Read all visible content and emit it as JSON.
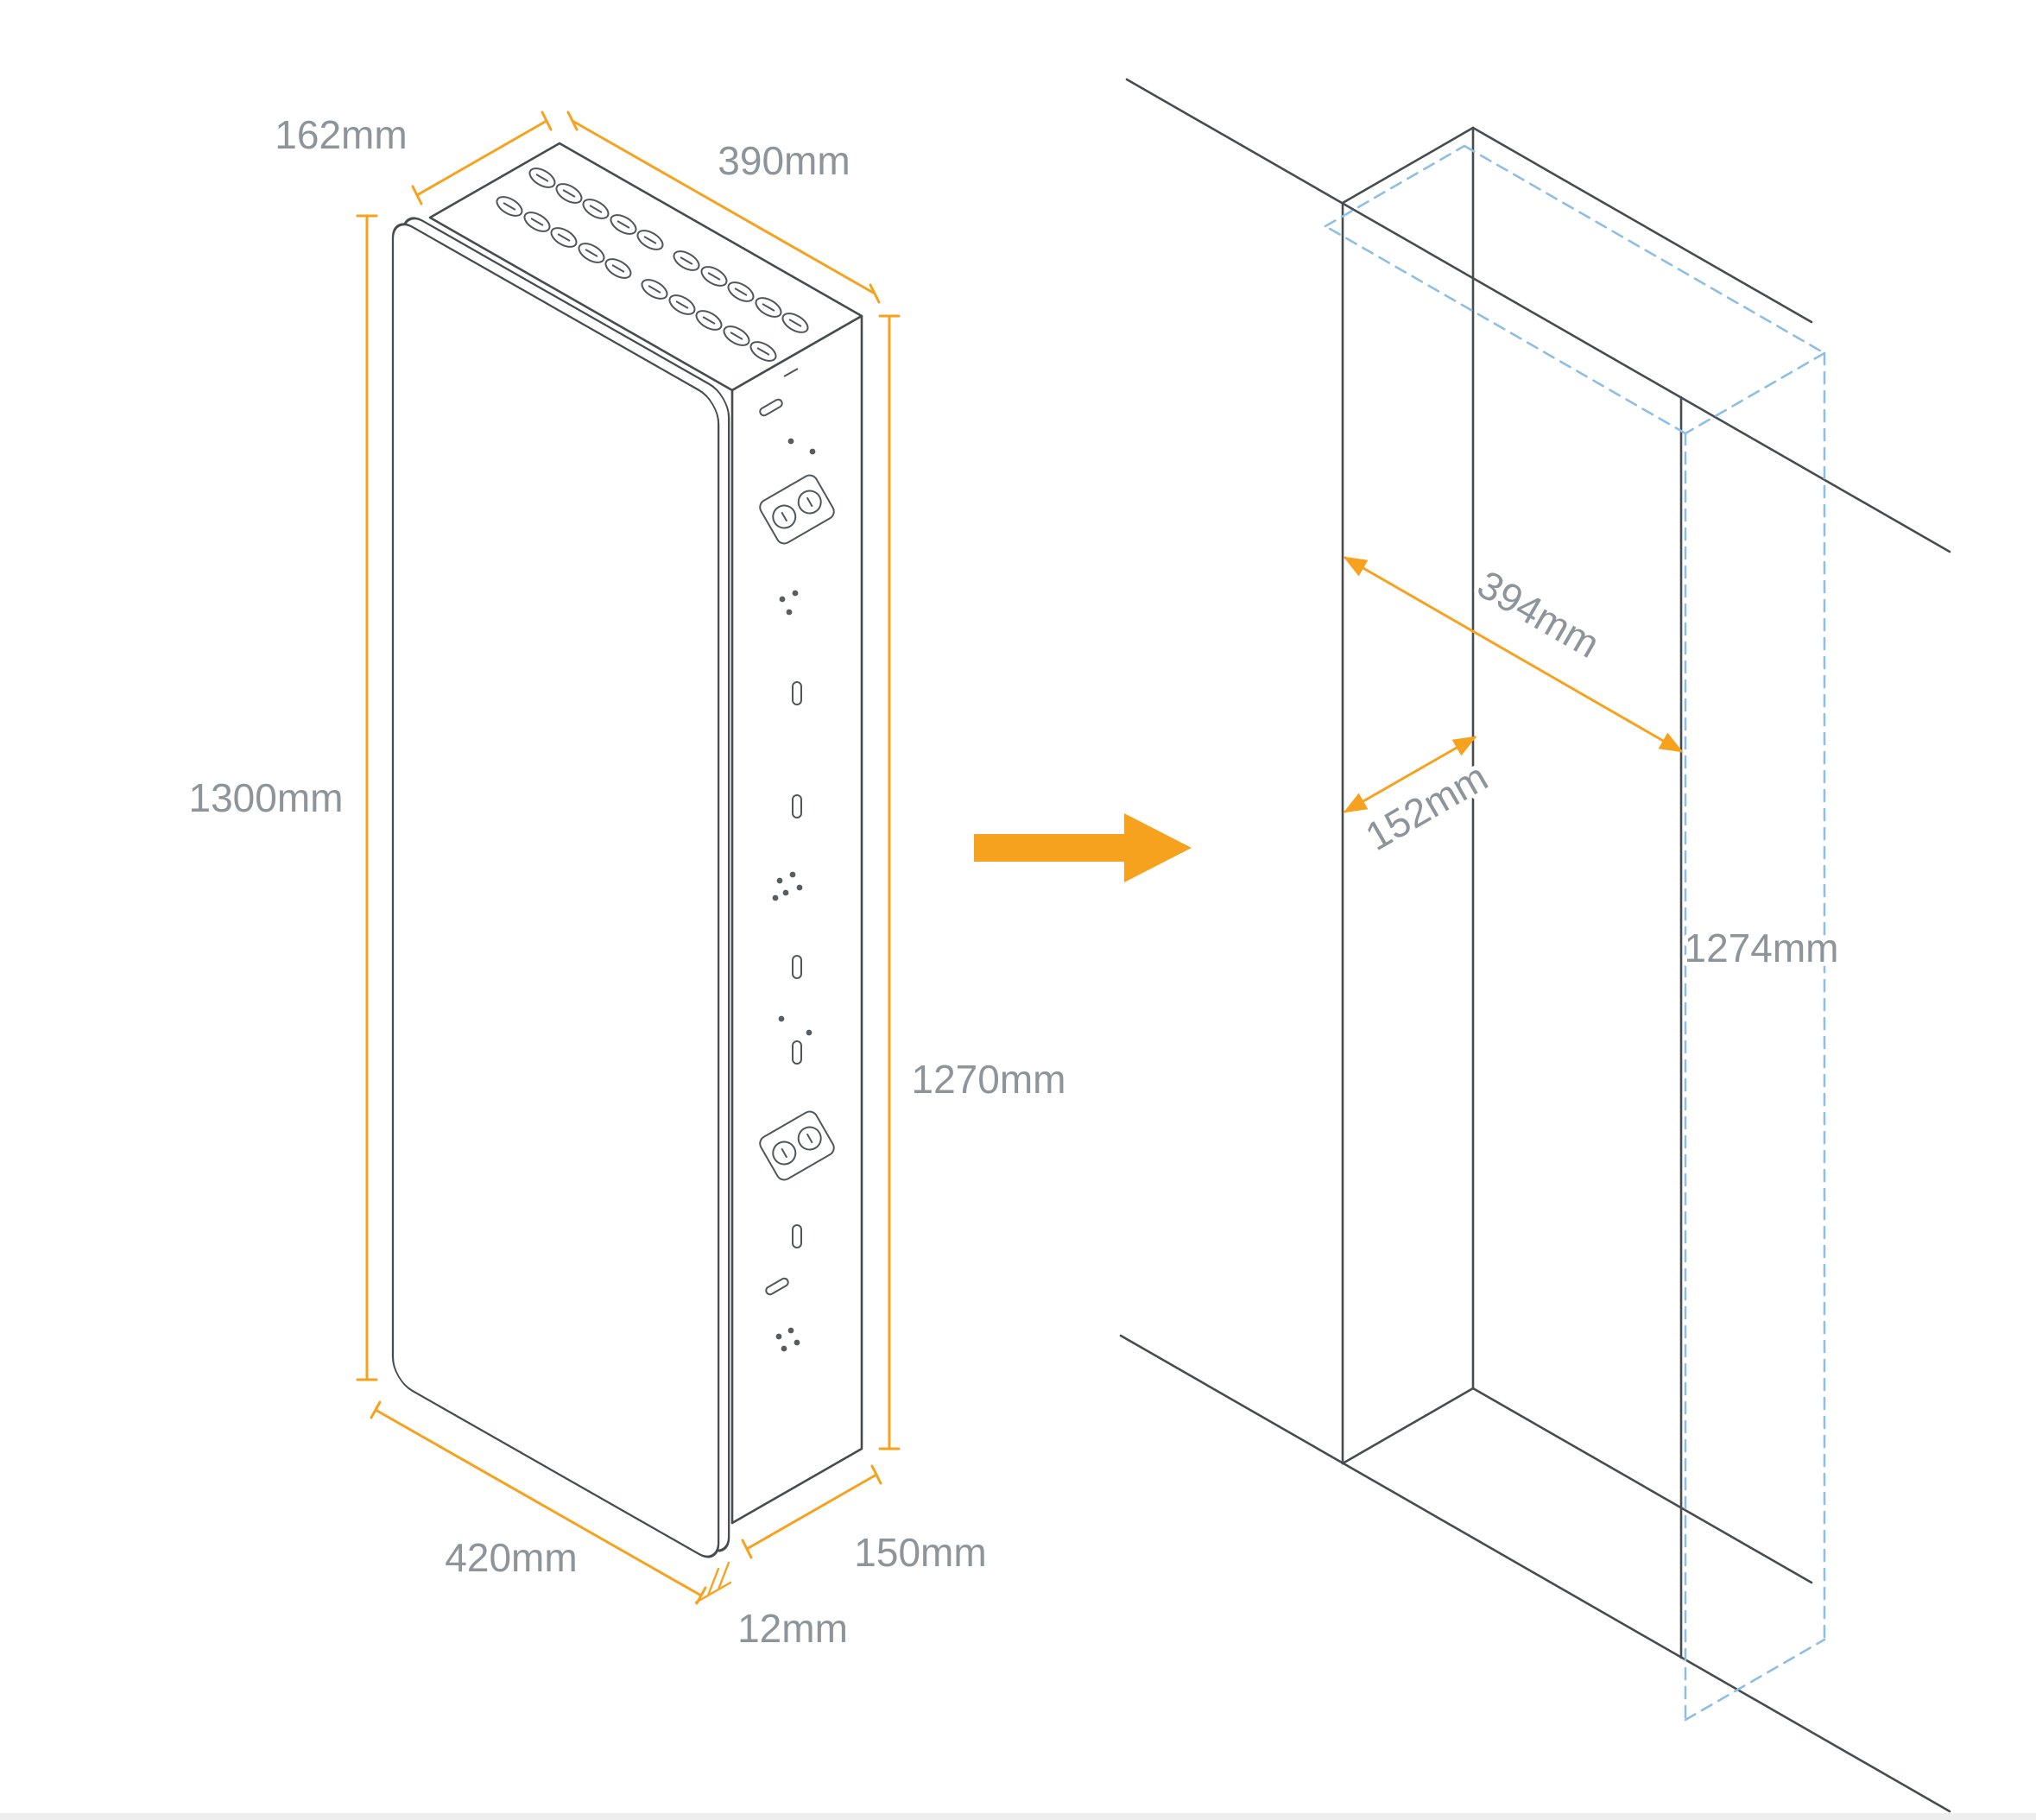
{
  "title": "Wall recess installation dimension diagram",
  "colors": {
    "dimension_accent": "#F6A21E",
    "label_text": "#8D949A",
    "drawing_line": "#474C50",
    "hidden_outline_dashed": "#8FBEE3",
    "background": "#FFFFFF"
  },
  "unit_view": {
    "name": "unit-isometric-view",
    "dimensions": {
      "top_depth": "162mm",
      "top_width": "390mm",
      "front_panel_height": "1300mm",
      "body_height": "1270mm",
      "front_panel_width": "420mm",
      "body_depth": "150mm",
      "front_panel_thickness": "12mm"
    }
  },
  "recess_view": {
    "name": "wall-recess-isometric-view",
    "dimensions": {
      "opening_width": "394mm",
      "opening_depth": "152mm",
      "opening_height": "1274mm"
    }
  },
  "arrow": {
    "meaning": "install unit into wall recess"
  }
}
